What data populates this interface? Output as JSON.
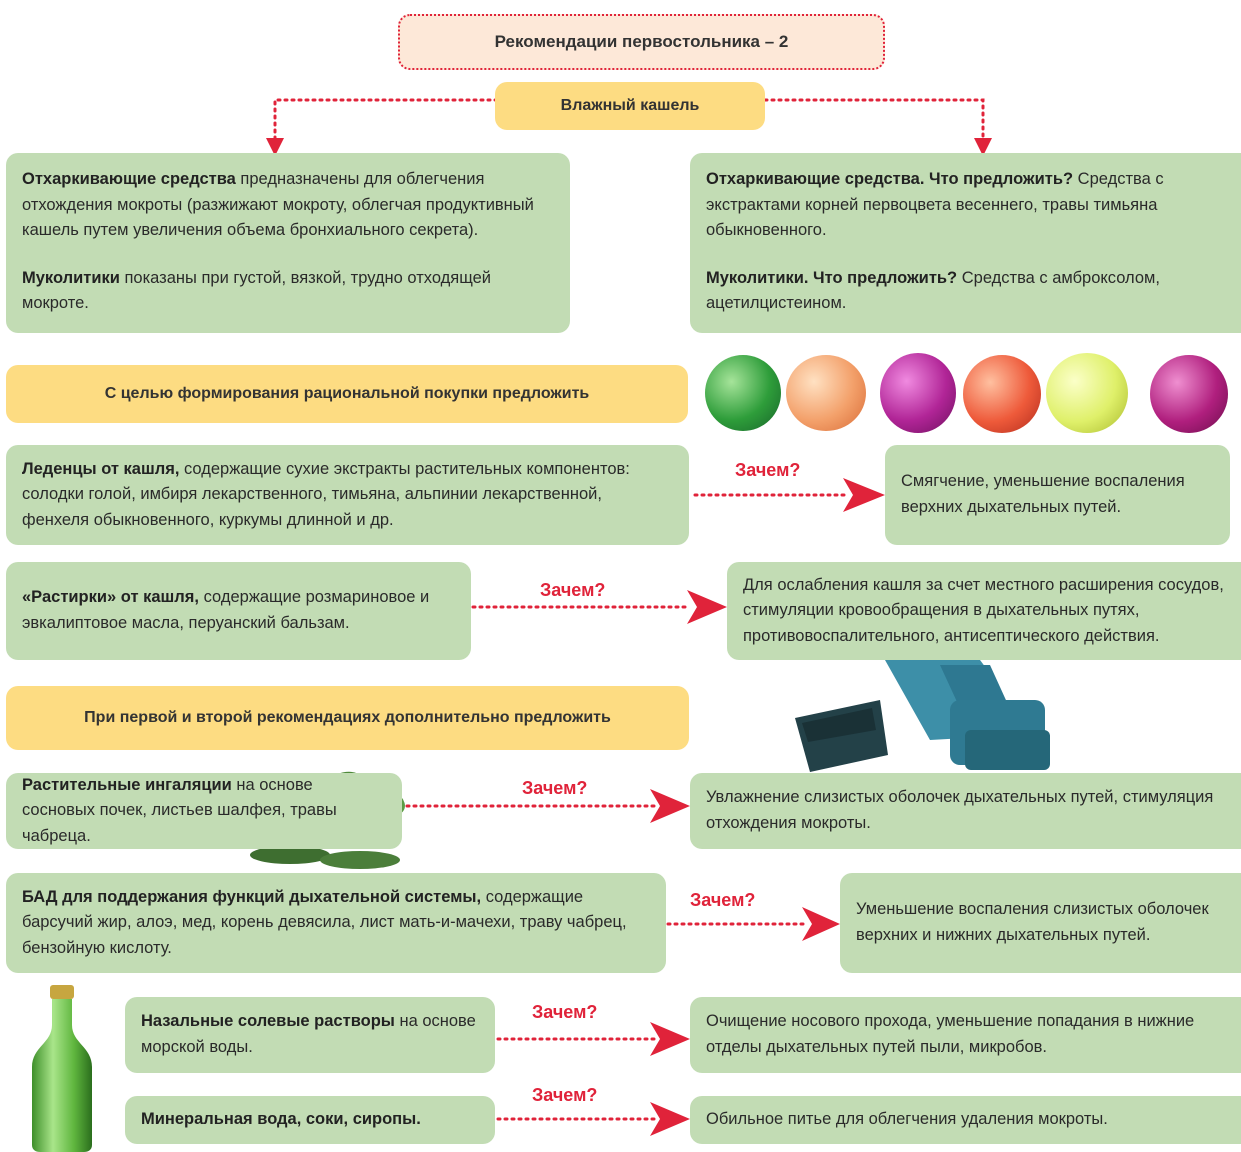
{
  "title": "Рекомендации первостольника – 2",
  "wet_cough": "Влажный кашель",
  "why_label": "Зачем?",
  "left_top": {
    "b1": "Отхаркивающие средства",
    "t1": " предназначены для облегчения отхождения мокроты (разжижают мокроту, облегчая продуктивный кашель путем увеличения объема бронхиального секрета).",
    "b2": "Муколитики",
    "t2": " показаны при густой, вязкой, трудно отходящей мокроте."
  },
  "right_top": {
    "b1": "Отхаркивающие средства. Что предложить?",
    "t1": " Средства с экстрактами корней первоцвета весеннего, травы тимьяна обыкновенного.",
    "b2": "Муколитики. Что предложить?",
    "t2": " Средства с амброксолом, ацетилцистеином."
  },
  "section1": "С целью формирования рациональной покупки предложить",
  "section2": "При первой и второй рекомендациях дополнительно предложить",
  "rows": [
    {
      "b": "Леденцы от кашля,",
      "t": " содержащие сухие экстракты растительных компонентов: солодки голой, имбиря лекарственного, тимьяна, альпинии лекарственной, фенхеля обыкновенного, куркумы длинной и др.",
      "answer": "Смягчение, уменьшение воспаления верхних дыхательных путей."
    },
    {
      "b": "«Растирки» от кашля,",
      "t": " содержащие розмариновое и эвкалиптовое масла, перуанский бальзам.",
      "answer": "Для ослабления кашля за счет местного расширения сосудов, стимуляции кровообращения в дыхательных путях, противовоспалительного, антисептического действия."
    },
    {
      "b": "Растительные ингаляции",
      "t": " на основе сосновых почек, листьев шалфея, травы чабреца.",
      "answer": "Увлажнение слизистых оболочек дыхательных путей, стимуляция отхождения мокроты."
    },
    {
      "b": "БАД для поддержания функций дыхательной системы,",
      "t": " содержащие барсучий жир, алоэ, мед, корень девясила, лист мать-и-мачехи, траву чабрец, бензойную кислоту.",
      "answer": "Уменьшение воспаления слизистых оболочек верхних и нижних дыхательных путей."
    },
    {
      "b": "Назальные солевые растворы",
      "t": " на основе морской воды.",
      "answer": "Очищение носового прохода, уменьшение попадания в нижние отделы дыхательных путей пыли, микробов."
    },
    {
      "b": "Минеральная вода, соки, сиропы.",
      "t": "",
      "answer": "Обильное питье для облегчения удаления мокроты."
    }
  ],
  "colors": {
    "green_box": "#c2dcb4",
    "yellow_box": "#fddc82",
    "accent_red": "#e0233a"
  }
}
